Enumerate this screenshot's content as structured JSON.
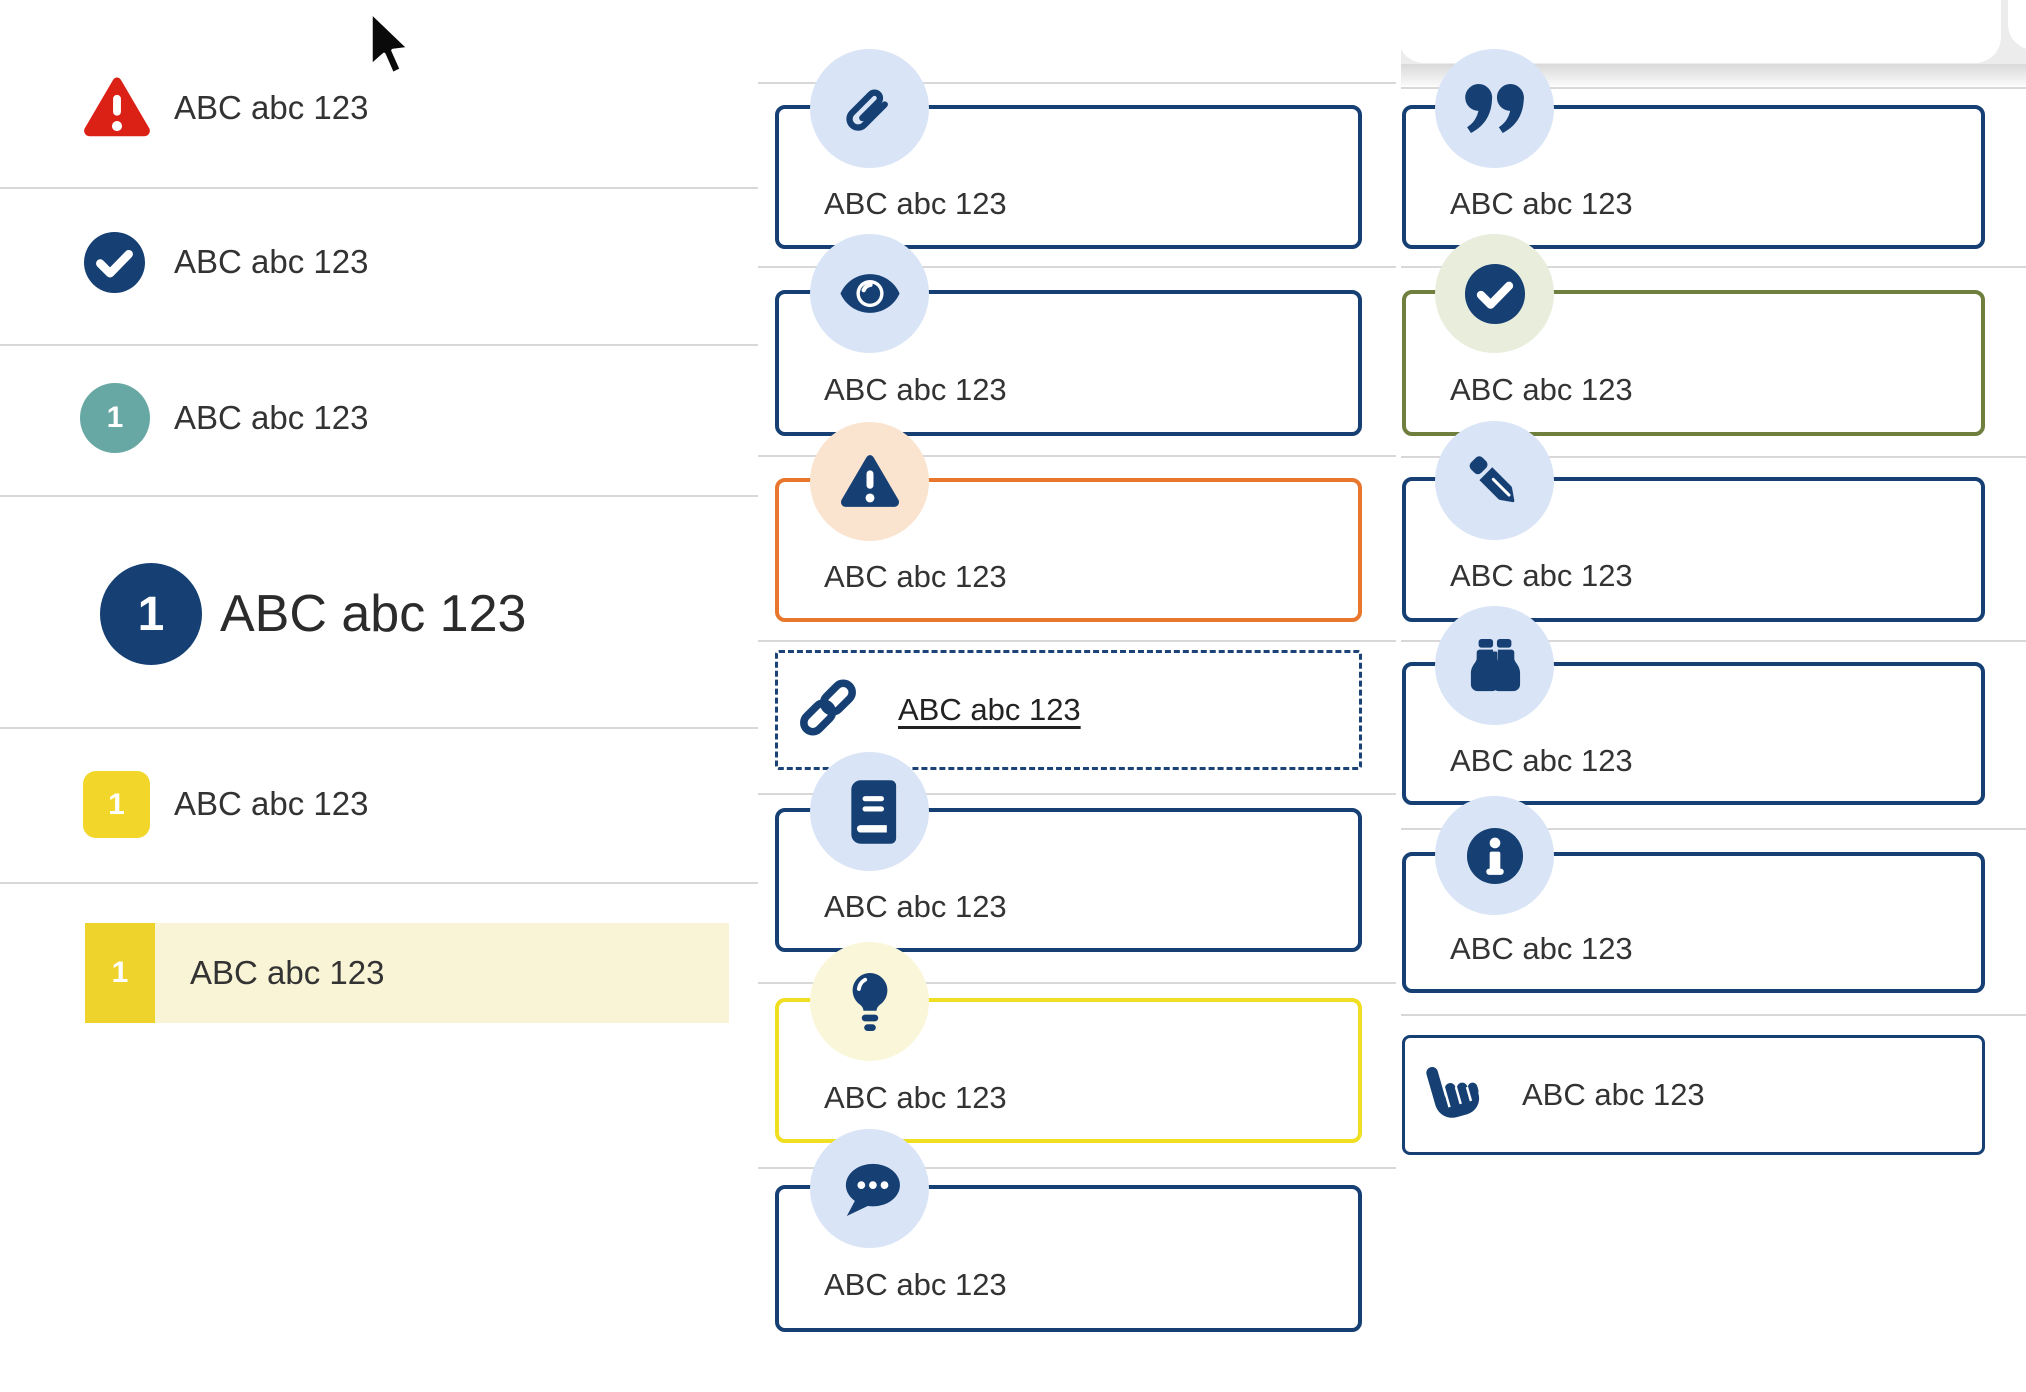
{
  "page": {
    "background": "#FFFFFF",
    "description": "component style gallery"
  },
  "colors": {
    "navy": "#164073",
    "badge_blue": "#D9E4F6",
    "error_red": "#DB2116",
    "teal": "#68A8A4",
    "yellow": "#F2D72A",
    "yellow_block": "#EFD32D",
    "highlight_row_bg": "#FAF4D6",
    "warning_orange": "#E8762C",
    "warning_badge_bg": "#FAE4CF",
    "success_olive": "#6F7F3E",
    "success_badge_bg": "#E8EDDC",
    "tip_yellow_border": "#F0DE20",
    "tip_badge_bg": "#FAF6D9",
    "divider_gray": "#D8D8D8",
    "text": "#333333",
    "top_strip_gray": "#ECECEC"
  },
  "cursor": {
    "icon": "arrow-pointer-icon"
  },
  "left_list": {
    "items": [
      {
        "icon": "warning-triangle-icon",
        "variant": "error",
        "label": "ABC abc 123"
      },
      {
        "icon": "check-circle-icon",
        "variant": "success",
        "label": "ABC abc 123"
      },
      {
        "badge": "1",
        "variant": "teal-step",
        "label": "ABC abc 123"
      },
      {
        "badge": "1",
        "variant": "primary-step-large",
        "label": "ABC abc 123"
      },
      {
        "badge": "1",
        "variant": "yellow-step",
        "label": "ABC abc 123"
      },
      {
        "badge": "1",
        "variant": "yellow-step-highlighted",
        "label": "ABC abc 123"
      }
    ]
  },
  "middle_callouts": [
    {
      "icon": "paperclip-icon",
      "variant": "default",
      "label": "ABC abc 123"
    },
    {
      "icon": "eye-icon",
      "variant": "default",
      "label": "ABC abc 123"
    },
    {
      "icon": "warning-triangle-icon",
      "variant": "warning",
      "label": "ABC abc 123"
    },
    {
      "icon": "link-icon",
      "variant": "link-dashed",
      "label": "ABC abc 123"
    },
    {
      "icon": "book-icon",
      "variant": "default",
      "label": "ABC abc 123"
    },
    {
      "icon": "lightbulb-icon",
      "variant": "tip",
      "label": "ABC abc 123"
    },
    {
      "icon": "speech-bubble-icon",
      "variant": "default",
      "label": "ABC abc 123"
    }
  ],
  "right_callouts": [
    {
      "icon": "quote-icon",
      "variant": "default",
      "label": "ABC abc 123"
    },
    {
      "icon": "check-circle-icon",
      "variant": "success",
      "label": "ABC abc 123"
    },
    {
      "icon": "pencil-icon",
      "variant": "default",
      "label": "ABC abc 123"
    },
    {
      "icon": "binoculars-icon",
      "variant": "default",
      "label": "ABC abc 123"
    },
    {
      "icon": "info-icon",
      "variant": "default",
      "label": "ABC abc 123"
    },
    {
      "icon": "hand-pointer-icon",
      "variant": "inline",
      "label": "ABC abc 123"
    }
  ]
}
